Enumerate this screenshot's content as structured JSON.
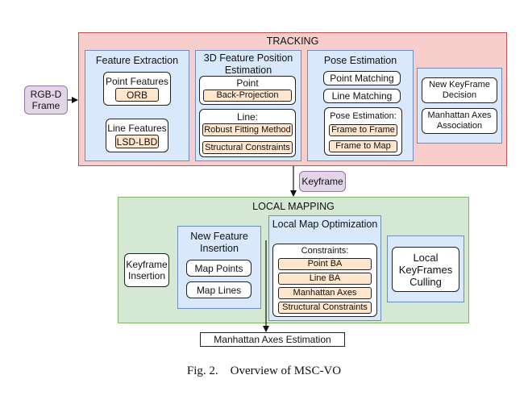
{
  "input": {
    "label": "RGB-D Frame"
  },
  "tracking": {
    "title": "TRACKING",
    "feature_extraction": {
      "title": "Feature Extraction",
      "point_group": {
        "title": "Point Features",
        "item": "ORB"
      },
      "line_group": {
        "title": "Line Features",
        "item": "LSD-LBD"
      }
    },
    "feature_position": {
      "title": "3D Feature Position Estimation",
      "point_group": {
        "title": "Point",
        "item": "Back-Projection"
      },
      "line_group": {
        "title": "Line:",
        "items": [
          "Robust Fitting Method",
          "Structural Constraints"
        ]
      }
    },
    "pose_estimation": {
      "title": "Pose Estimation",
      "point_matching": "Point Matching",
      "line_matching": "Line Matching",
      "pose_group": {
        "title": "Pose Estimation:",
        "items": [
          "Frame to Frame",
          "Frame to Map"
        ]
      }
    },
    "keyframe_panel": {
      "new_keyframe": "New KeyFrame Decision",
      "manhattan_association": "Manhattan Axes Association"
    }
  },
  "keyframe_label": "Keyframe",
  "local_mapping": {
    "title": "LOCAL  MAPPING",
    "keyframe_insertion": "Keyframe Insertion",
    "new_feature_insertion": {
      "title": "New Feature Insertion",
      "map_points": "Map Points",
      "map_lines": "Map Lines"
    },
    "local_map_optimization": {
      "title": "Local Map Optimization",
      "constraints_title": "Constraints:",
      "items": [
        "Point BA",
        "Line BA",
        "Manhattan Axes",
        "Structural Constraints"
      ]
    },
    "culling": "Local KeyFrames Culling"
  },
  "manhattan_estimation": "Manhattan Axes Estimation",
  "caption": "Fig. 2.    Overview of MSC-VO",
  "colors": {
    "tracking_bg": "#f8cecc",
    "mapping_bg": "#d5e8d4",
    "panel_bg": "#dae8fc",
    "item_bg": "#ffe6cc",
    "input_bg": "#e1d5e7"
  }
}
